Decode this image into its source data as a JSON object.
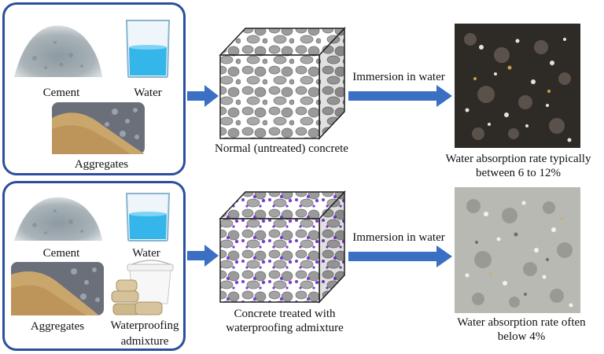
{
  "top_row": {
    "ingredients": {
      "cement": "Cement",
      "water": "Water",
      "aggregates": "Aggregates"
    },
    "cube_caption": "Normal (untreated) concrete",
    "process_label": "Immersion in water",
    "result_caption": "Water absorption rate typically between 6 to 12%"
  },
  "bottom_row": {
    "ingredients": {
      "cement": "Cement",
      "water": "Water",
      "aggregates": "Aggregates",
      "admixture": "Waterproofing admixture"
    },
    "cube_caption": "Concrete treated with waterproofing admixture",
    "process_label": "Immersion in water",
    "result_caption": "Water absorption rate often below 4%"
  },
  "colors": {
    "panel_border": "#2b4f9e",
    "arrow": "#3a6fc4",
    "admixture_purple": "#7a3fc9",
    "aggregate_gray": "#9a9a9a"
  },
  "icons": [
    "cement-pile-icon",
    "water-beaker-icon",
    "aggregates-photo-icon",
    "admixture-bucket-icon",
    "sandbags-icon",
    "concrete-cube-icon",
    "concrete-sample-photo-icon"
  ]
}
